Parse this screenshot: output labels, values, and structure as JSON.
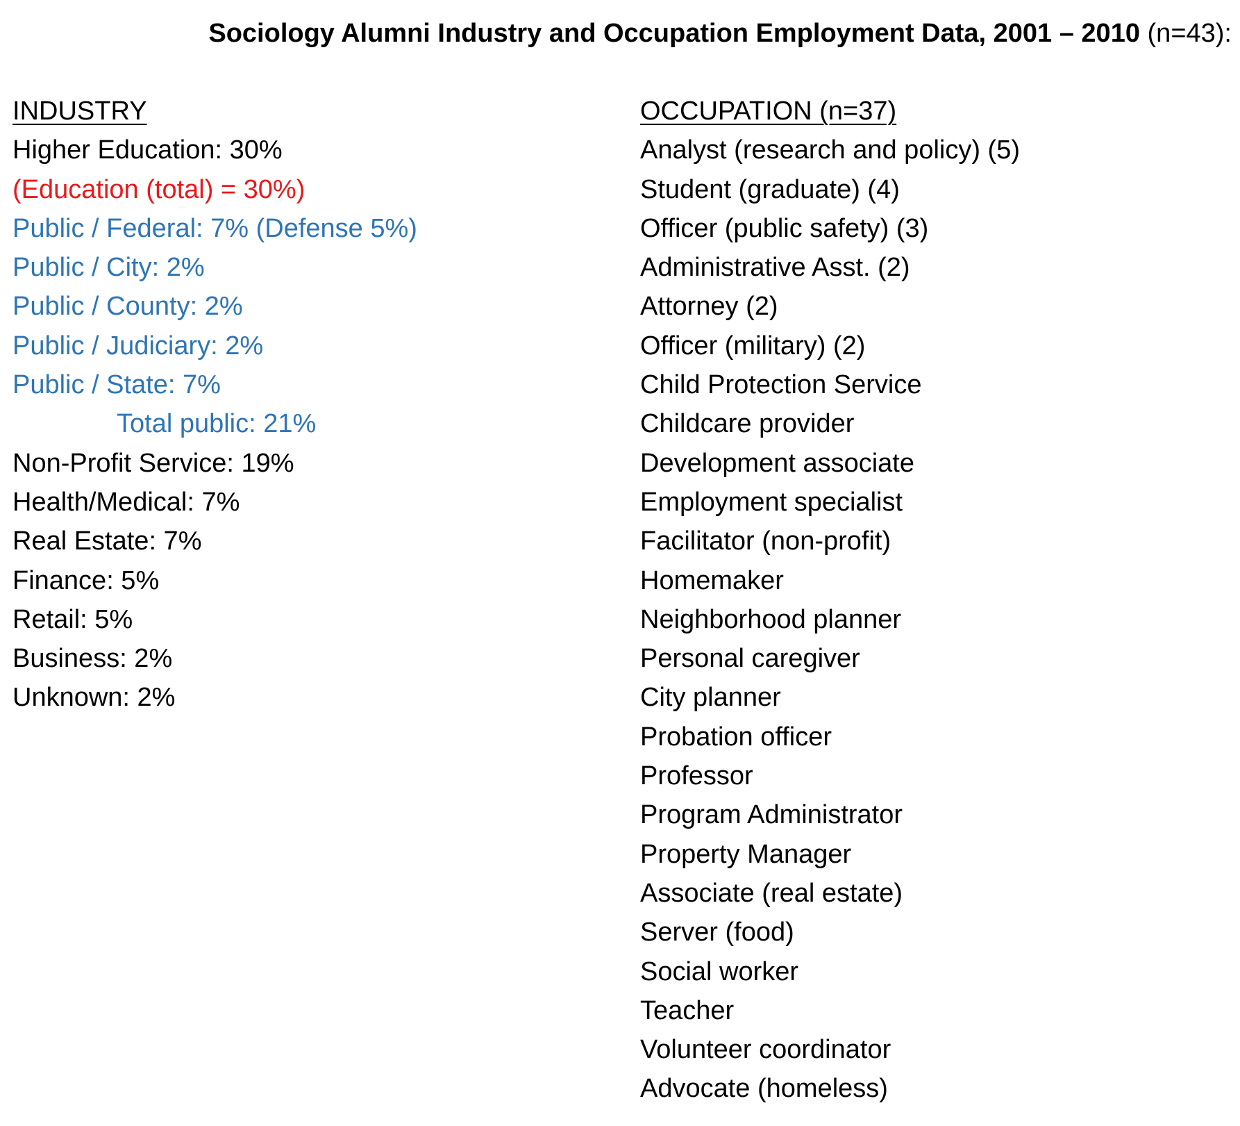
{
  "title": {
    "bold_text": "Sociology Alumni Industry and Occupation Employment Data, 2001 – 2010",
    "suffix": " (n=43):"
  },
  "colors": {
    "default": "#000000",
    "red": "#e8191b",
    "blue": "#2e75b6"
  },
  "industry": {
    "heading": "INDUSTRY",
    "items": [
      {
        "text": "Higher Education:  30%",
        "color": "#000000",
        "indent": false
      },
      {
        "text": "(Education (total) = 30%)",
        "color": "#e8191b",
        "indent": false
      },
      {
        "text": "Public / Federal: 7% (Defense 5%)",
        "color": "#2e75b6",
        "indent": false
      },
      {
        "text": "Public / City: 2%",
        "color": "#2e75b6",
        "indent": false
      },
      {
        "text": "Public / County: 2%",
        "color": "#2e75b6",
        "indent": false
      },
      {
        "text": "Public / Judiciary: 2%",
        "color": "#2e75b6",
        "indent": false
      },
      {
        "text": "Public / State: 7%",
        "color": "#2e75b6",
        "indent": false
      },
      {
        "text": "Total public:  21%",
        "color": "#2e75b6",
        "indent": true
      },
      {
        "text": "Non-Profit Service:  19%",
        "color": "#000000",
        "indent": false
      },
      {
        "text": "Health/Medical:  7%",
        "color": "#000000",
        "indent": false
      },
      {
        "text": "Real Estate:  7%",
        "color": "#000000",
        "indent": false
      },
      {
        "text": "Finance:  5%",
        "color": "#000000",
        "indent": false
      },
      {
        "text": "Retail:  5%",
        "color": "#000000",
        "indent": false
      },
      {
        "text": "Business:  2%",
        "color": "#000000",
        "indent": false
      },
      {
        "text": "Unknown:  2%",
        "color": "#000000",
        "indent": false
      }
    ]
  },
  "occupation": {
    "heading": "OCCUPATION (n=37)",
    "items": [
      "Analyst (research and policy) (5)",
      "Student (graduate) (4)",
      "Officer (public safety) (3)",
      "Administrative Asst. (2)",
      "Attorney (2)",
      "Officer (military) (2)",
      "Child Protection Service",
      "Childcare provider",
      "Development associate",
      "Employment specialist",
      "Facilitator (non-profit)",
      "Homemaker",
      "Neighborhood planner",
      "Personal caregiver",
      "City planner",
      "Probation officer",
      "Professor",
      "Program Administrator",
      "Property Manager",
      "Associate (real estate)",
      "Server (food)",
      "Social worker",
      "Teacher",
      "Volunteer coordinator",
      "Advocate (homeless)"
    ]
  }
}
